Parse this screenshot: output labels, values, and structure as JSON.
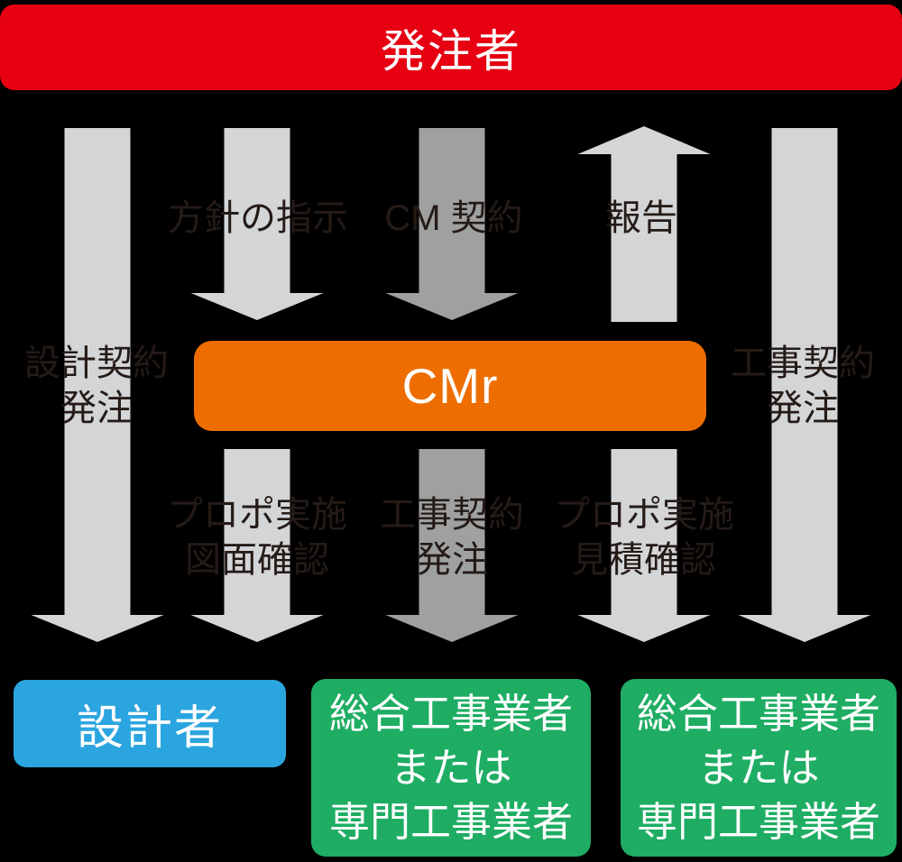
{
  "colors": {
    "background": "#000000",
    "client_red": "#e60012",
    "cmr_orange": "#ed6d00",
    "designer_blue": "#2ba5df",
    "contractor_green": "#1ead63",
    "arrow_light": "#d4d5d7",
    "arrow_dark": "#9fa0a0",
    "label_dark": "#241b17",
    "box_text": "#ffffff"
  },
  "nodes": {
    "client": {
      "label": "発注者"
    },
    "cmr": {
      "label": "CMr"
    },
    "designer": {
      "label": "設計者"
    },
    "contractor_left": {
      "lines": [
        "総合工事業者",
        "または",
        "専門工事業者"
      ]
    },
    "contractor_right": {
      "lines": [
        "総合工事業者",
        "または",
        "専門工事業者"
      ]
    }
  },
  "labels": {
    "design_contract": {
      "lines": [
        "設計契約",
        "発注"
      ]
    },
    "policy_instruction": {
      "text": "方針の指示"
    },
    "cm_contract": {
      "text": "CM 契約"
    },
    "report": {
      "text": "報告"
    },
    "construction_contract_right": {
      "lines": [
        "工事契約",
        "発注"
      ]
    },
    "proposal_drawing": {
      "lines": [
        "プロポ実施",
        "図面確認"
      ]
    },
    "construction_contract_mid": {
      "lines": [
        "工事契約",
        "発注"
      ]
    },
    "proposal_estimate": {
      "lines": [
        "プロポ実施",
        "見積確認"
      ]
    }
  },
  "arrows": {
    "design_order": {
      "from": "発注者",
      "to": "設計者",
      "direction": "down",
      "shade": "light"
    },
    "policy_instruction": {
      "from": "発注者",
      "to": "CMr",
      "direction": "down",
      "shade": "light"
    },
    "cm_contract": {
      "from": "発注者",
      "to": "CMr",
      "direction": "down",
      "shade": "dark"
    },
    "report": {
      "from": "CMr",
      "to": "発注者",
      "direction": "up",
      "shade": "light"
    },
    "construction_order": {
      "from": "発注者",
      "to": "総合工事業者または専門工事業者",
      "direction": "down",
      "shade": "light"
    },
    "proposal_drawing": {
      "from": "CMr",
      "to": "設計者",
      "direction": "down",
      "shade": "light"
    },
    "construction_contract": {
      "from": "CMr",
      "to": "総合工事業者または専門工事業者",
      "direction": "down",
      "shade": "dark"
    },
    "proposal_estimate": {
      "from": "CMr",
      "to": "総合工事業者または専門工事業者",
      "direction": "down",
      "shade": "light"
    }
  }
}
